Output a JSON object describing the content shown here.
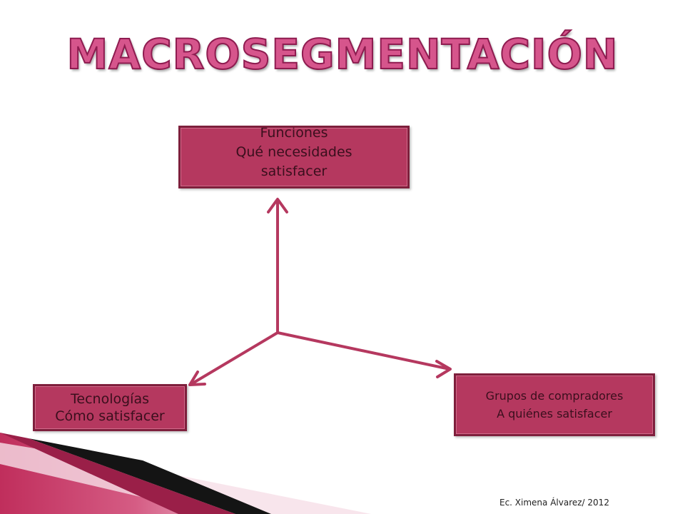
{
  "title": "MACROSEGMENTACIÓN",
  "nodes": {
    "top": {
      "line1": "Funciones",
      "line2": "Qué necesidades",
      "line3": "satisfacer"
    },
    "left": {
      "line1": "Tecnologías",
      "line2": "Cómo satisfacer"
    },
    "right": {
      "line1": "Grupos de compradores",
      "line2": "A quiénes satisfacer"
    }
  },
  "credit": "Ec. Ximena Álvarez/ 2012",
  "colors": {
    "title": "#d6558c",
    "box_fill": "#b5385f",
    "box_border": "#7e1f3c",
    "arrow": "#b5385f"
  }
}
